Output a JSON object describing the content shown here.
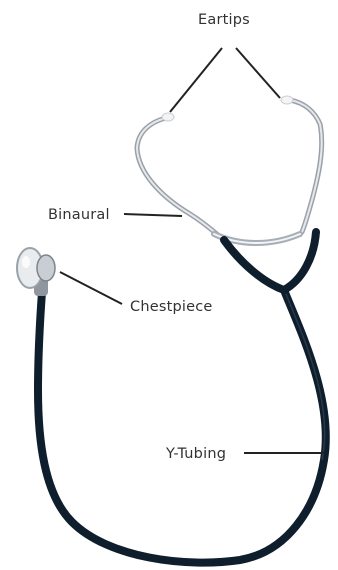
{
  "labels": {
    "eartips": "Eartips",
    "binaural": "Binaural",
    "chestpiece": "Chestpiece",
    "y_tubing": "Y-Tubing"
  },
  "colors": {
    "background": "#ffffff",
    "tubing": "#0f1e2c",
    "metal": "#b9bfc6",
    "metal_highlight": "#eef1f4",
    "leader_line": "#222222",
    "label_text": "#333333"
  }
}
